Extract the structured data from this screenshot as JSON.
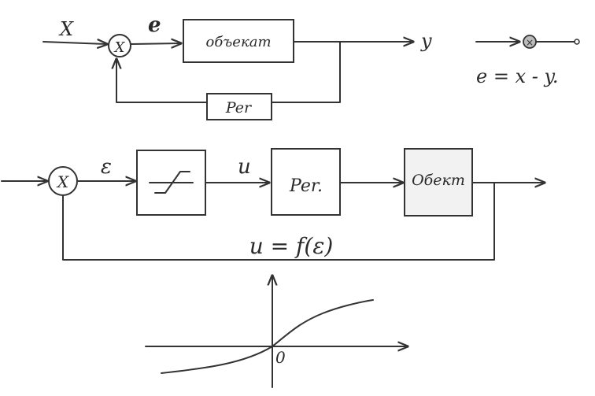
{
  "diagram1": {
    "input_label": "X",
    "error_label": "e",
    "sum_symbol": "X",
    "object_label": "объекат",
    "output_label": "y",
    "feedback_label": "Per"
  },
  "legend": {
    "sum_symbol": "⊗",
    "equation": "e = x - y."
  },
  "diagram2": {
    "sum_symbol": "X",
    "error_label": "ε",
    "control_label": "u",
    "regulator_label": "Per.",
    "object_label": "Обект",
    "function_label": "u = f(ε)"
  },
  "graph": {
    "origin_label": "0"
  },
  "colors": {
    "ink": "#333333",
    "paper": "#ffffff"
  }
}
